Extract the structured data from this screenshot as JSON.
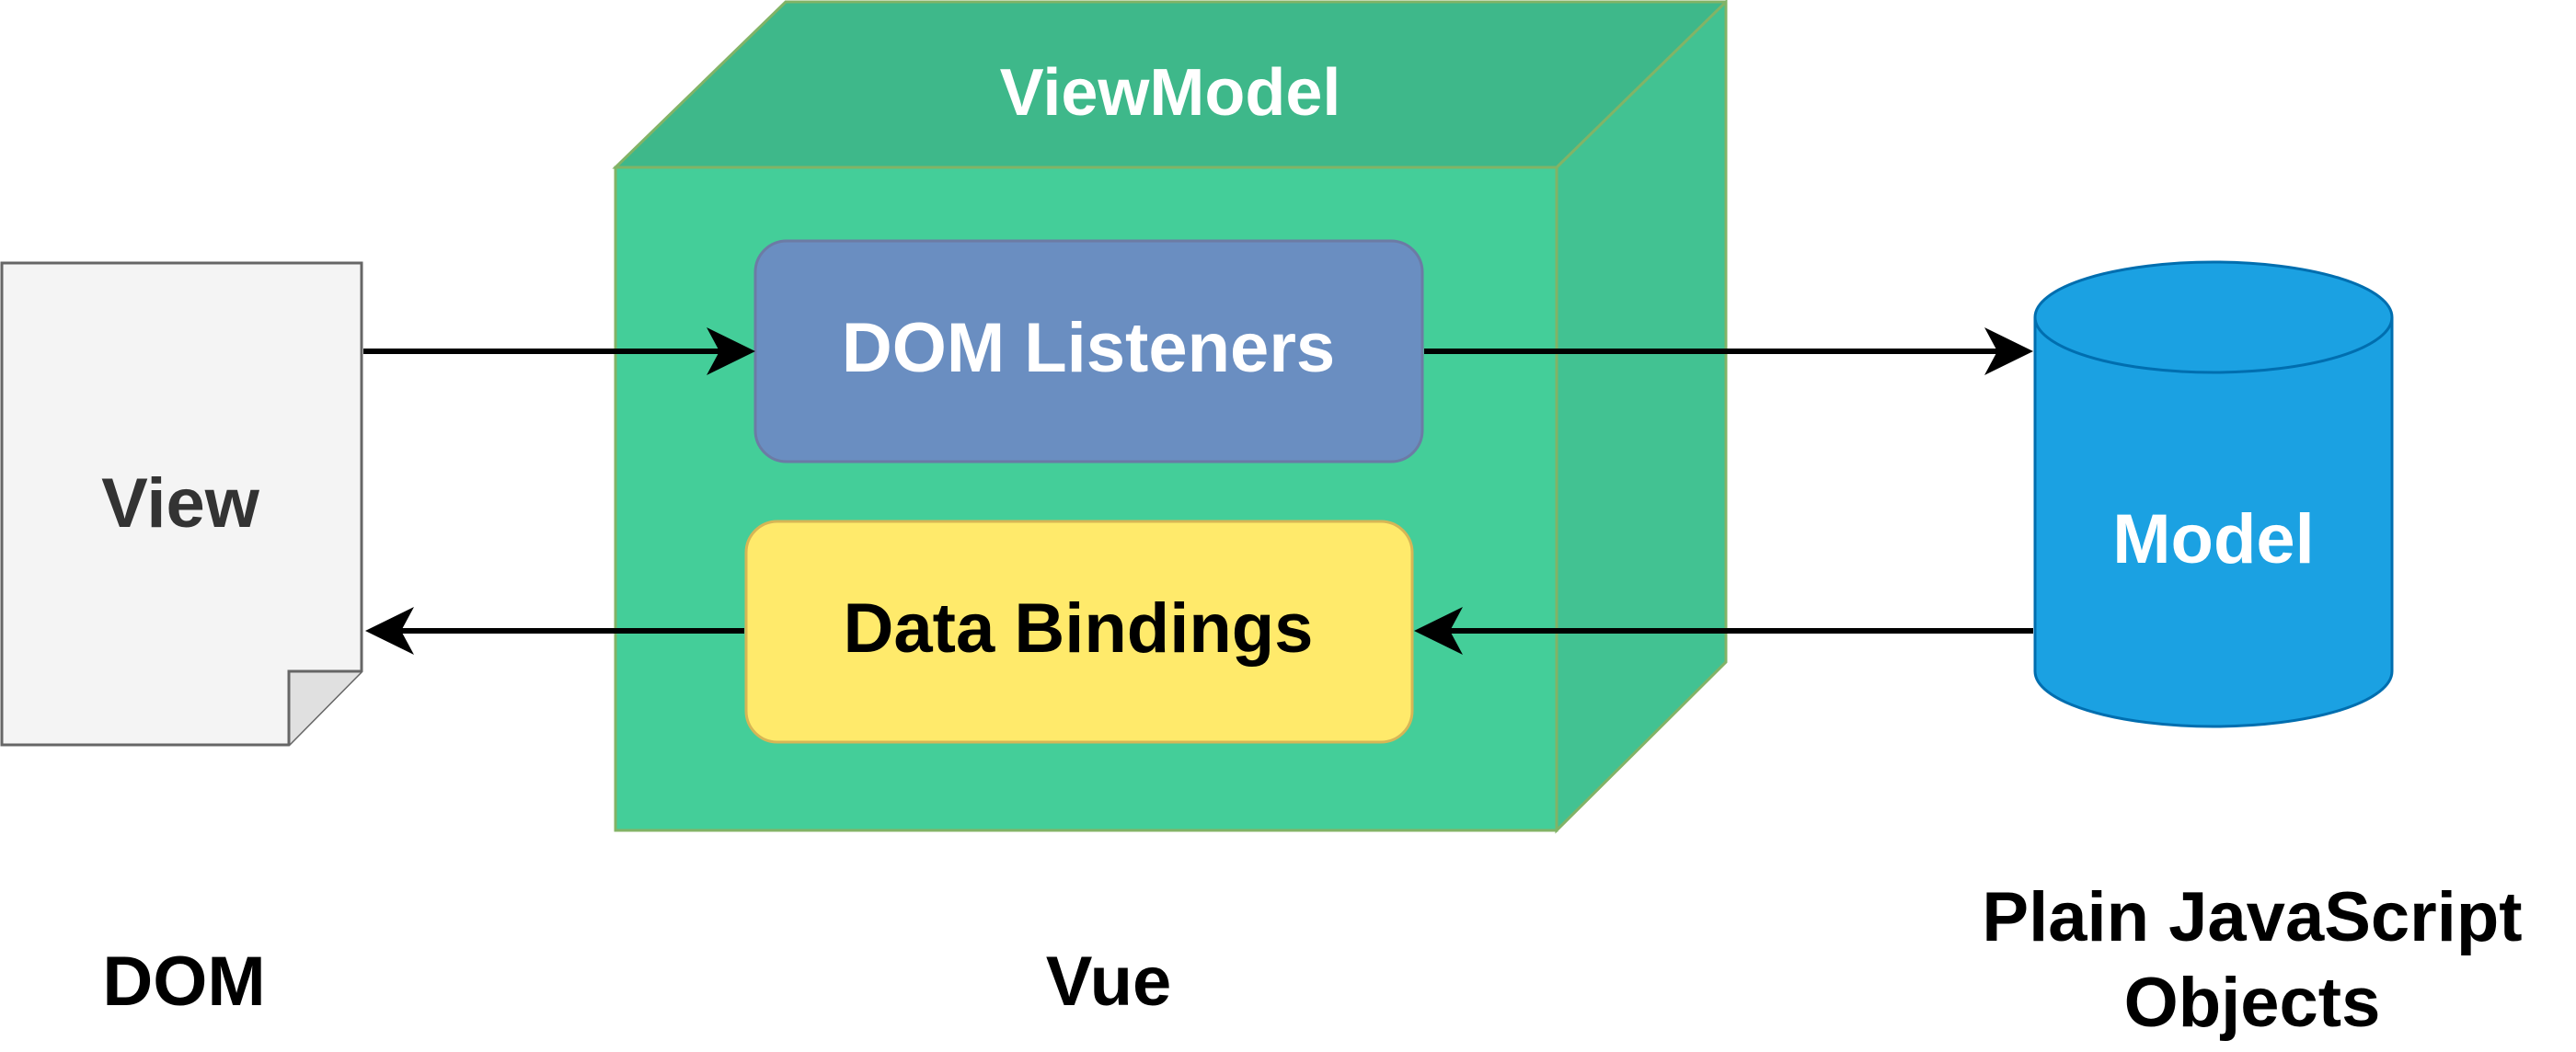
{
  "diagram": {
    "viewmodel_title": "ViewModel",
    "view_label": "View",
    "dom_listeners_label": "DOM Listeners",
    "data_bindings_label": "Data Bindings",
    "model_label": "Model",
    "caption_dom": "DOM",
    "caption_vue": "Vue",
    "caption_model_line1": "Plain JavaScript",
    "caption_model_line2": "Objects"
  },
  "colors": {
    "cube_front": "#44CE99",
    "cube_top": "#3EB88A",
    "cube_side": "#42C292",
    "cube_border": "#82B366",
    "dom_listeners_fill": "#6A8EC1",
    "dom_listeners_border": "#6C7BA5",
    "data_bindings_fill": "#FFEA6B",
    "data_bindings_border": "#D6B656",
    "view_fill": "#F4F4F4",
    "view_border": "#666666",
    "model_fill": "#1BA1E2",
    "model_border": "#006EAF",
    "arrow": "#000000",
    "dark_text": "#333333",
    "white_text": "#FFFFFF"
  },
  "icons": {
    "view": "document-icon",
    "model": "database-cylinder-icon",
    "viewmodel": "cube-icon"
  }
}
